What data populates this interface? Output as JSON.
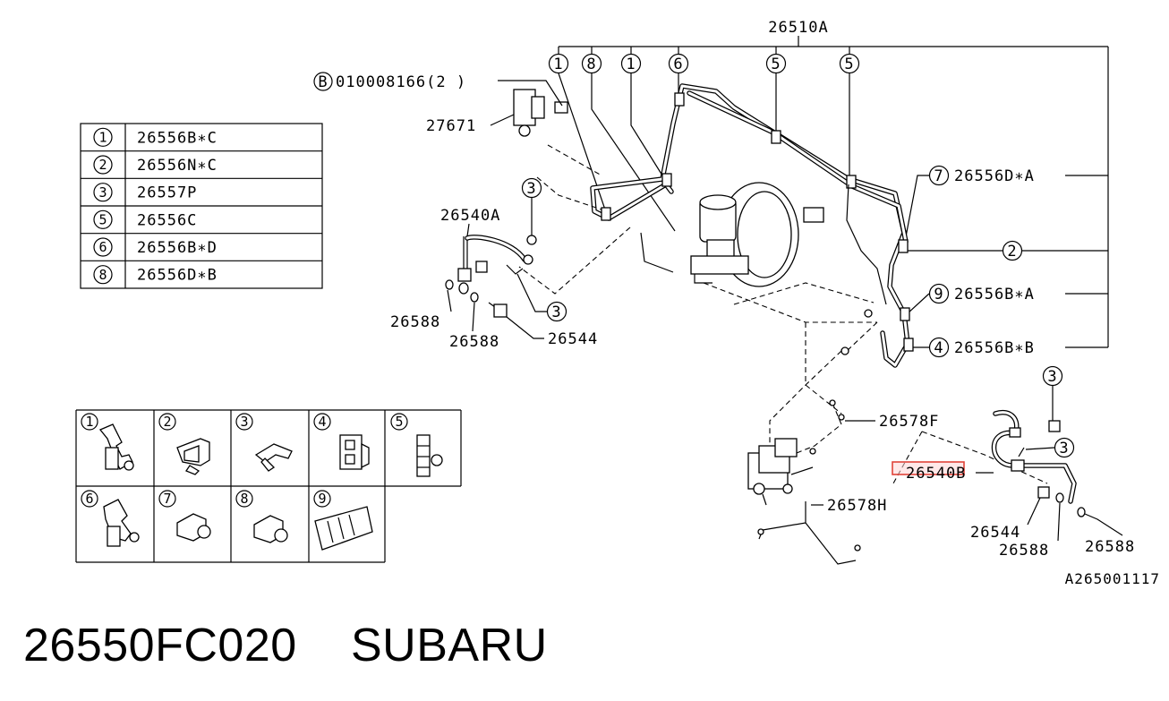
{
  "title": {
    "part_number": "26550FC020",
    "brand": "SUBARU"
  },
  "figure_code": "A265001117",
  "legend_table": [
    {
      "num": "1",
      "part": "26556B∗C"
    },
    {
      "num": "2",
      "part": "26556N∗C"
    },
    {
      "num": "3",
      "part": "26557P"
    },
    {
      "num": "5",
      "part": "26556C"
    },
    {
      "num": "6",
      "part": "26556B∗D"
    },
    {
      "num": "8",
      "part": "26556D∗B"
    }
  ],
  "clip_grid": [
    "1",
    "2",
    "3",
    "4",
    "5",
    "6",
    "7",
    "8",
    "9"
  ],
  "top_group": {
    "label": "26510A",
    "callouts": [
      "1",
      "8",
      "1",
      "6",
      "5",
      "5"
    ]
  },
  "right_callouts": [
    {
      "num": "7",
      "part": "26556D∗A"
    },
    {
      "num": "2",
      "part": ""
    },
    {
      "num": "9",
      "part": "26556B∗A"
    },
    {
      "num": "4",
      "part": "26556B∗B"
    }
  ],
  "labels": {
    "bolt_ref_letter": "B",
    "bolt_ref": "010008166(2 )",
    "p27671": "27671",
    "p26540A": "26540A",
    "p26588_a": "26588",
    "p26588_b": "26588",
    "p26544_a": "26544",
    "c3_a": "3",
    "c3_b": "3",
    "p26578F": "26578F",
    "p26540B": "26540B",
    "p26578H": "26578H",
    "c3_c": "3",
    "c3_d": "3",
    "p26544_b": "26544",
    "p26588_c": "26588",
    "p26588_d": "26588"
  },
  "highlight": {
    "label": "26540B",
    "color": "#e0443a"
  }
}
